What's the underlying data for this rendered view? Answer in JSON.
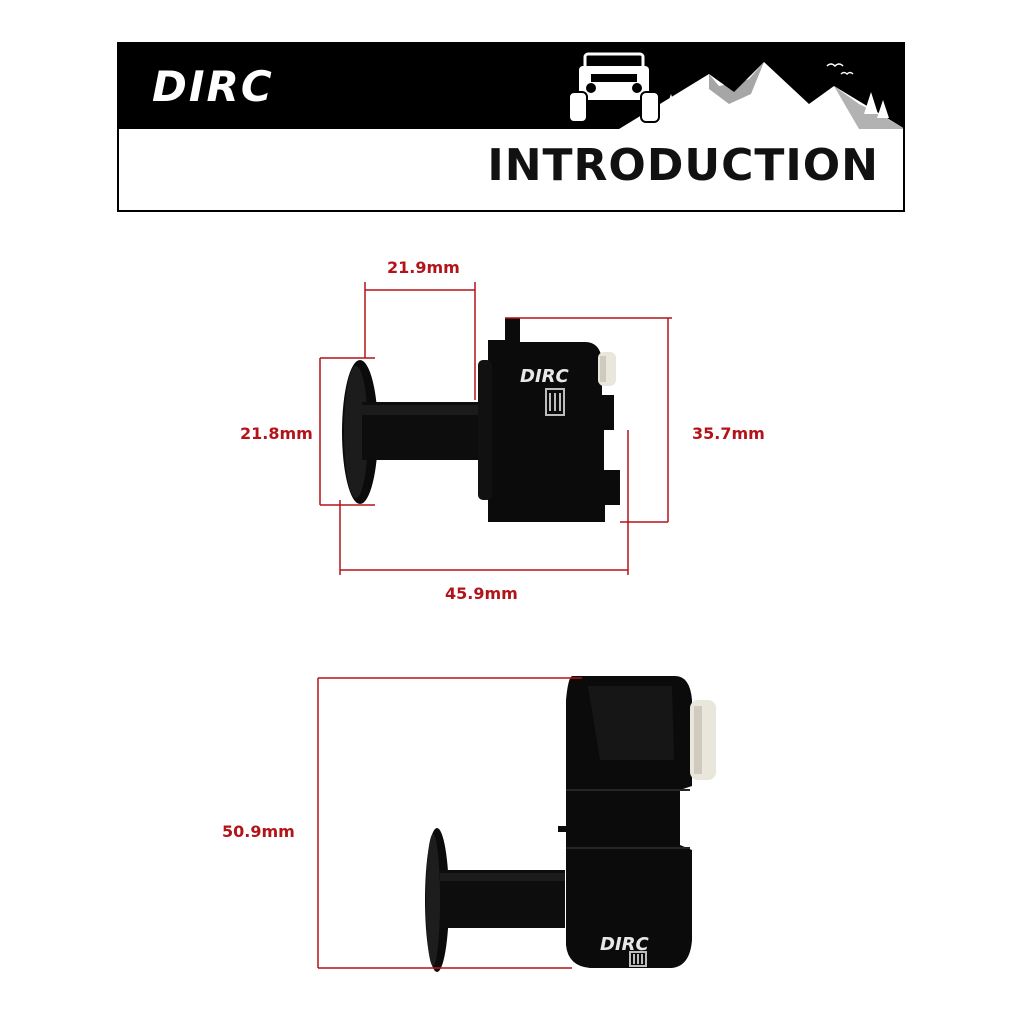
{
  "banner": {
    "brand": "DIRC",
    "title": "INTRODUCTION"
  },
  "view_top": {
    "dim_width_shaft": "21.9mm",
    "dim_height_disc": "21.8mm",
    "dim_height_body": "35.7mm",
    "dim_total_width": "45.9mm",
    "part_brand": "DIRC"
  },
  "view_bottom": {
    "dim_total_height": "50.9mm",
    "part_brand": "DIRC"
  },
  "colors": {
    "dimension": "#b3141a",
    "part": "#0b0b0b",
    "banner": "#000000"
  }
}
